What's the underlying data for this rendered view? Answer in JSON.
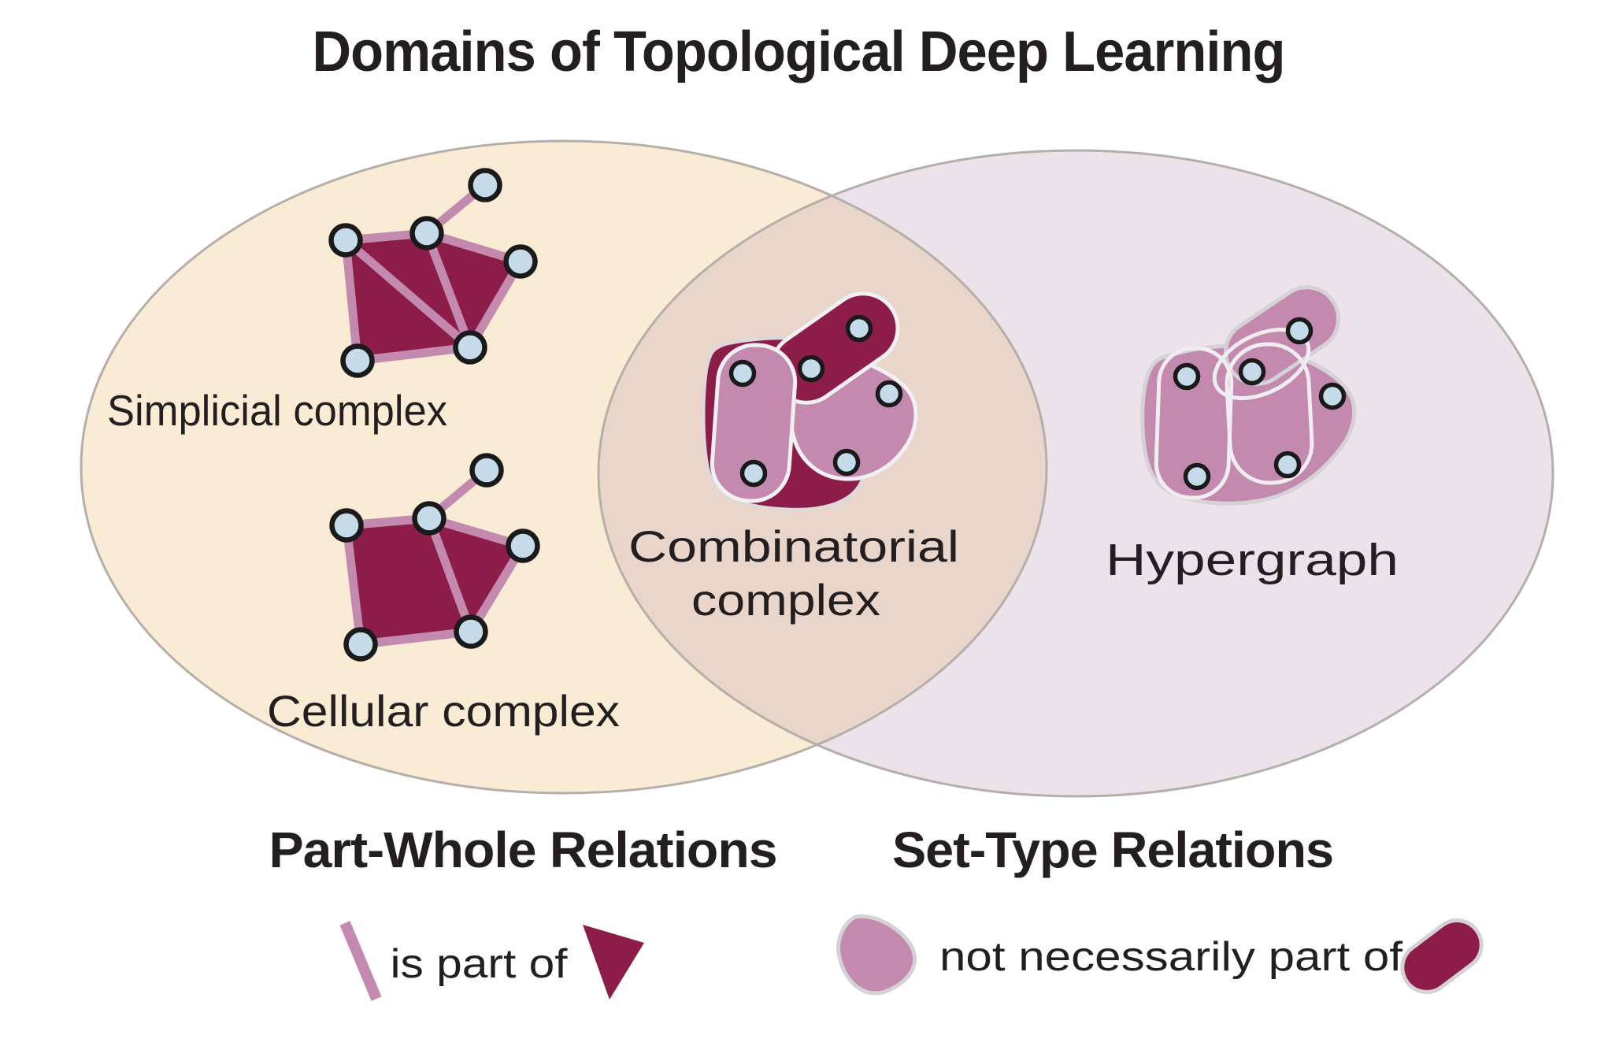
{
  "title": "Domains of Topological Deep Learning",
  "venn": {
    "left_ellipse": {
      "section_label": "Part-Whole Relations",
      "fill": "#FAECD4",
      "domains": [
        {
          "label": "Simplicial complex"
        },
        {
          "label": "Cellular complex"
        }
      ]
    },
    "right_ellipse": {
      "section_label": "Set-Type Relations",
      "fill": "#ECE2EA",
      "domains": [
        {
          "label": "Hypergraph"
        }
      ]
    },
    "intersection": {
      "fill": "#E9D5CA",
      "domains": [
        {
          "label_line1": "Combinatorial",
          "label_line2": "complex"
        }
      ]
    }
  },
  "legend": {
    "part_whole": {
      "label": "is part of",
      "symbol_left": "pink-edge-segment",
      "symbol_right": "maroon-filled-triangle"
    },
    "set_type": {
      "label": "not necessarily part of",
      "symbol_left": "pink-blob",
      "symbol_right": "maroon-blob"
    }
  },
  "colors": {
    "dark_maroon": "#8C1D49",
    "pink": "#C389AE",
    "node_fill": "#C5DBE9",
    "node_stroke": "#1A1A1A",
    "left_ellipse_fill": "#FAECD4",
    "right_ellipse_fill": "#ECE2EA",
    "intersection_fill": "#E9D5CA",
    "ellipse_border": "#B5AFAA",
    "blob_outline": "#EFEDEF",
    "text": "#231F20"
  }
}
